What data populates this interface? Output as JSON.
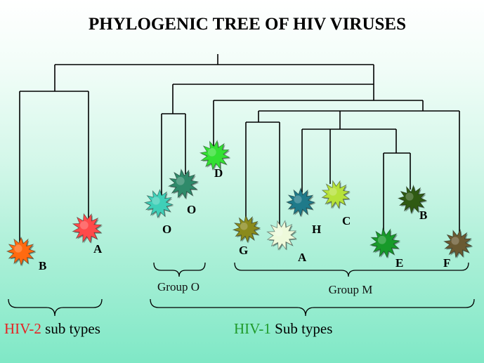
{
  "title": "PHYLOGENIC TREE OF HIV VIRUSES",
  "labels": {
    "hiv2_b": "B",
    "hiv2_a": "A",
    "o1": "O",
    "o2": "O",
    "d": "D",
    "g": "G",
    "a": "A",
    "h": "H",
    "c": "C",
    "b": "B",
    "e": "E",
    "f": "F"
  },
  "groups": {
    "group_o": "Group O",
    "group_m": "Group M"
  },
  "subtypes": {
    "hiv2_prefix": "HIV-2",
    "hiv2_suffix": " sub types",
    "hiv1_prefix": "HIV-1",
    "hiv1_suffix": " Sub types"
  },
  "colors": {
    "hiv2_red": "#e52222",
    "hiv1_green": "#1f9a2a",
    "virus_hiv2_b": "#ff6a10",
    "virus_hiv2_a": "#ff4a4a",
    "virus_o1": "#3fcfb8",
    "virus_o2": "#2f8a6a",
    "virus_d": "#33e033",
    "virus_g": "#8a8a1c",
    "virus_a": "#eefadb",
    "virus_h": "#1f7a8a",
    "virus_c": "#b6e23a",
    "virus_b": "#2f5a12",
    "virus_e": "#179a2a",
    "virus_f": "#6a5a32"
  },
  "icons": [
    "virus-icon-hiv2-b",
    "virus-icon-hiv2-a",
    "virus-icon-o1",
    "virus-icon-o2",
    "virus-icon-d",
    "virus-icon-g",
    "virus-icon-a",
    "virus-icon-h",
    "virus-icon-c",
    "virus-icon-b",
    "virus-icon-e",
    "virus-icon-f"
  ]
}
